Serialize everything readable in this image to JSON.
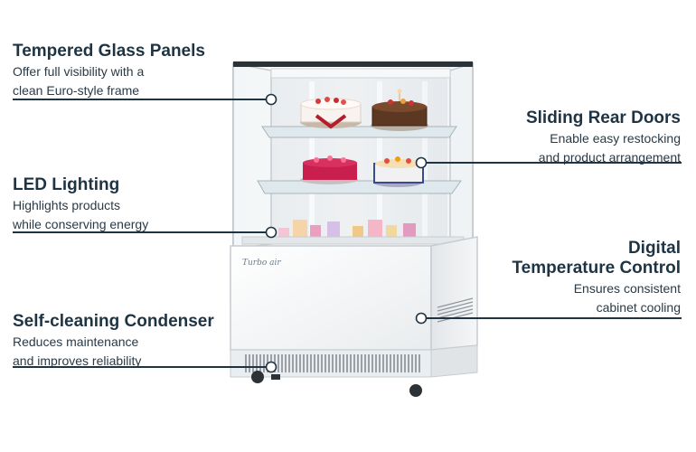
{
  "features": {
    "glass": {
      "title": "Tempered Glass Panels",
      "desc1": "Offer full visibility with a",
      "desc2": "clean Euro-style frame"
    },
    "led": {
      "title": "LED Lighting",
      "desc1": "Highlights products",
      "desc2": "while conserving energy"
    },
    "condenser": {
      "title": "Self-cleaning Condenser",
      "desc1": "Reduces maintenance",
      "desc2": "and improves reliability"
    },
    "doors": {
      "title": "Sliding Rear Doors",
      "desc1": "Enable easy restocking",
      "desc2": "and product arrangement"
    },
    "temperature": {
      "title1": "Digital",
      "title2": "Temperature Control",
      "desc1": "Ensures consistent",
      "desc2": "cabinet cooling"
    }
  },
  "brand_logo": "Turbo air",
  "colors": {
    "heading": "#1f3443",
    "leader_line": "#1f3443",
    "cabinet": "#f4f5f6",
    "frame": "#c9cdd2"
  }
}
